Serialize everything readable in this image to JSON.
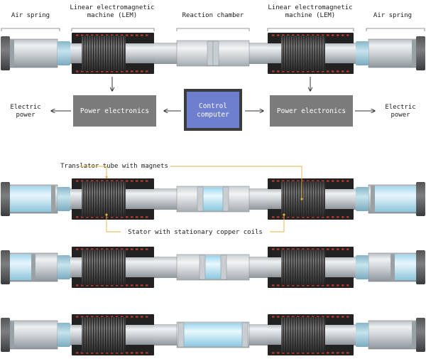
{
  "labels": {
    "air_spring": "Air spring",
    "lem_line1": "Linear electromagnetic",
    "lem_line2": "machine (LEM)",
    "reaction_chamber": "Reaction chamber",
    "electric_power_line1": "Electric",
    "electric_power_line2": "power",
    "power_electronics": "Power electronics",
    "control_line1": "Control",
    "control_line2": "computer",
    "translator": "Translator tube with magnets",
    "stator": "Stator with stationary copper coils"
  },
  "colors": {
    "box_gray": "#7b7b7b",
    "control_fill": "#6e7fd0",
    "control_border": "#3c3c3c",
    "coil_dark": "#2a2a2a",
    "coil_red": "#c0392b",
    "coupler_blue": "#a9cddb",
    "glass_blue": "#bfe6f6",
    "callout": "#e3b341"
  }
}
